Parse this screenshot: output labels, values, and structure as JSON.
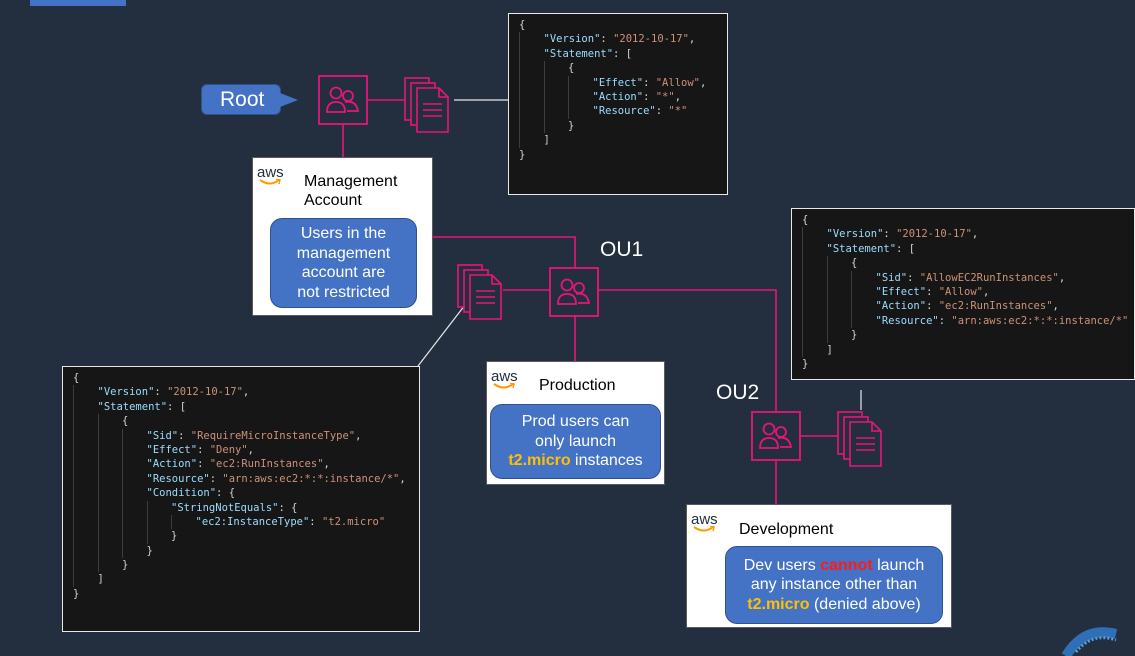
{
  "nodes": {
    "root": {
      "label": "Root"
    },
    "ou1": {
      "label": "OU1"
    },
    "ou2": {
      "label": "OU2"
    }
  },
  "accounts": {
    "management": {
      "logo_text": "aws",
      "name_line1": "Management",
      "name_line2": "Account",
      "note_line1": "Users in the",
      "note_line2": "management",
      "note_line3": "account are",
      "note_line4": "not restricted"
    },
    "production": {
      "logo_text": "aws",
      "name": "Production",
      "note_line1": "Prod users can",
      "note_line2": "only launch",
      "note_line3_highlight": "t2.micro",
      "note_line3_rest": " instances"
    },
    "development": {
      "logo_text": "aws",
      "name": "Development",
      "note_line1_a": "Dev users ",
      "note_line1_red": "cannot",
      "note_line1_b": " launch",
      "note_line2": "any instance other than",
      "note_line3_highlight": "t2.micro",
      "note_line3_rest": " (denied above)"
    }
  },
  "policies": {
    "root": [
      "{",
      "\"Version\": \"2012-10-17\",",
      "\"Statement\": [",
      "{",
      "\"Effect\": \"Allow\",",
      "\"Action\": \"*\",",
      "\"Resource\": \"*\"",
      "}",
      "]",
      "}"
    ],
    "ou1": [
      "{",
      "\"Version\": \"2012-10-17\",",
      "\"Statement\": [",
      "{",
      "\"Sid\": \"RequireMicroInstanceType\",",
      "\"Effect\": \"Deny\",",
      "\"Action\": \"ec2:RunInstances\",",
      "\"Resource\": \"arn:aws:ec2:*:*:instance/*\",",
      "\"Condition\": {",
      "\"StringNotEquals\": {",
      "\"ec2:InstanceType\": \"t2.micro\"",
      "}",
      "}",
      "}",
      "]",
      "}"
    ],
    "ou2": [
      "{",
      "\"Version\": \"2012-10-17\",",
      "\"Statement\": [",
      "{",
      "\"Sid\": \"AllowEC2RunInstances\",",
      "\"Effect\": \"Allow\",",
      "\"Action\": \"ec2:RunInstances\",",
      "\"Resource\": \"arn:aws:ec2:*:*:instance/*\"",
      "}",
      "]",
      "}"
    ]
  },
  "colors": {
    "background": "#232f3e",
    "connector": "#e7157b",
    "note_fill": "#4472c4",
    "highlight": "#ffc000",
    "deny_word": "#ff1a1a"
  }
}
